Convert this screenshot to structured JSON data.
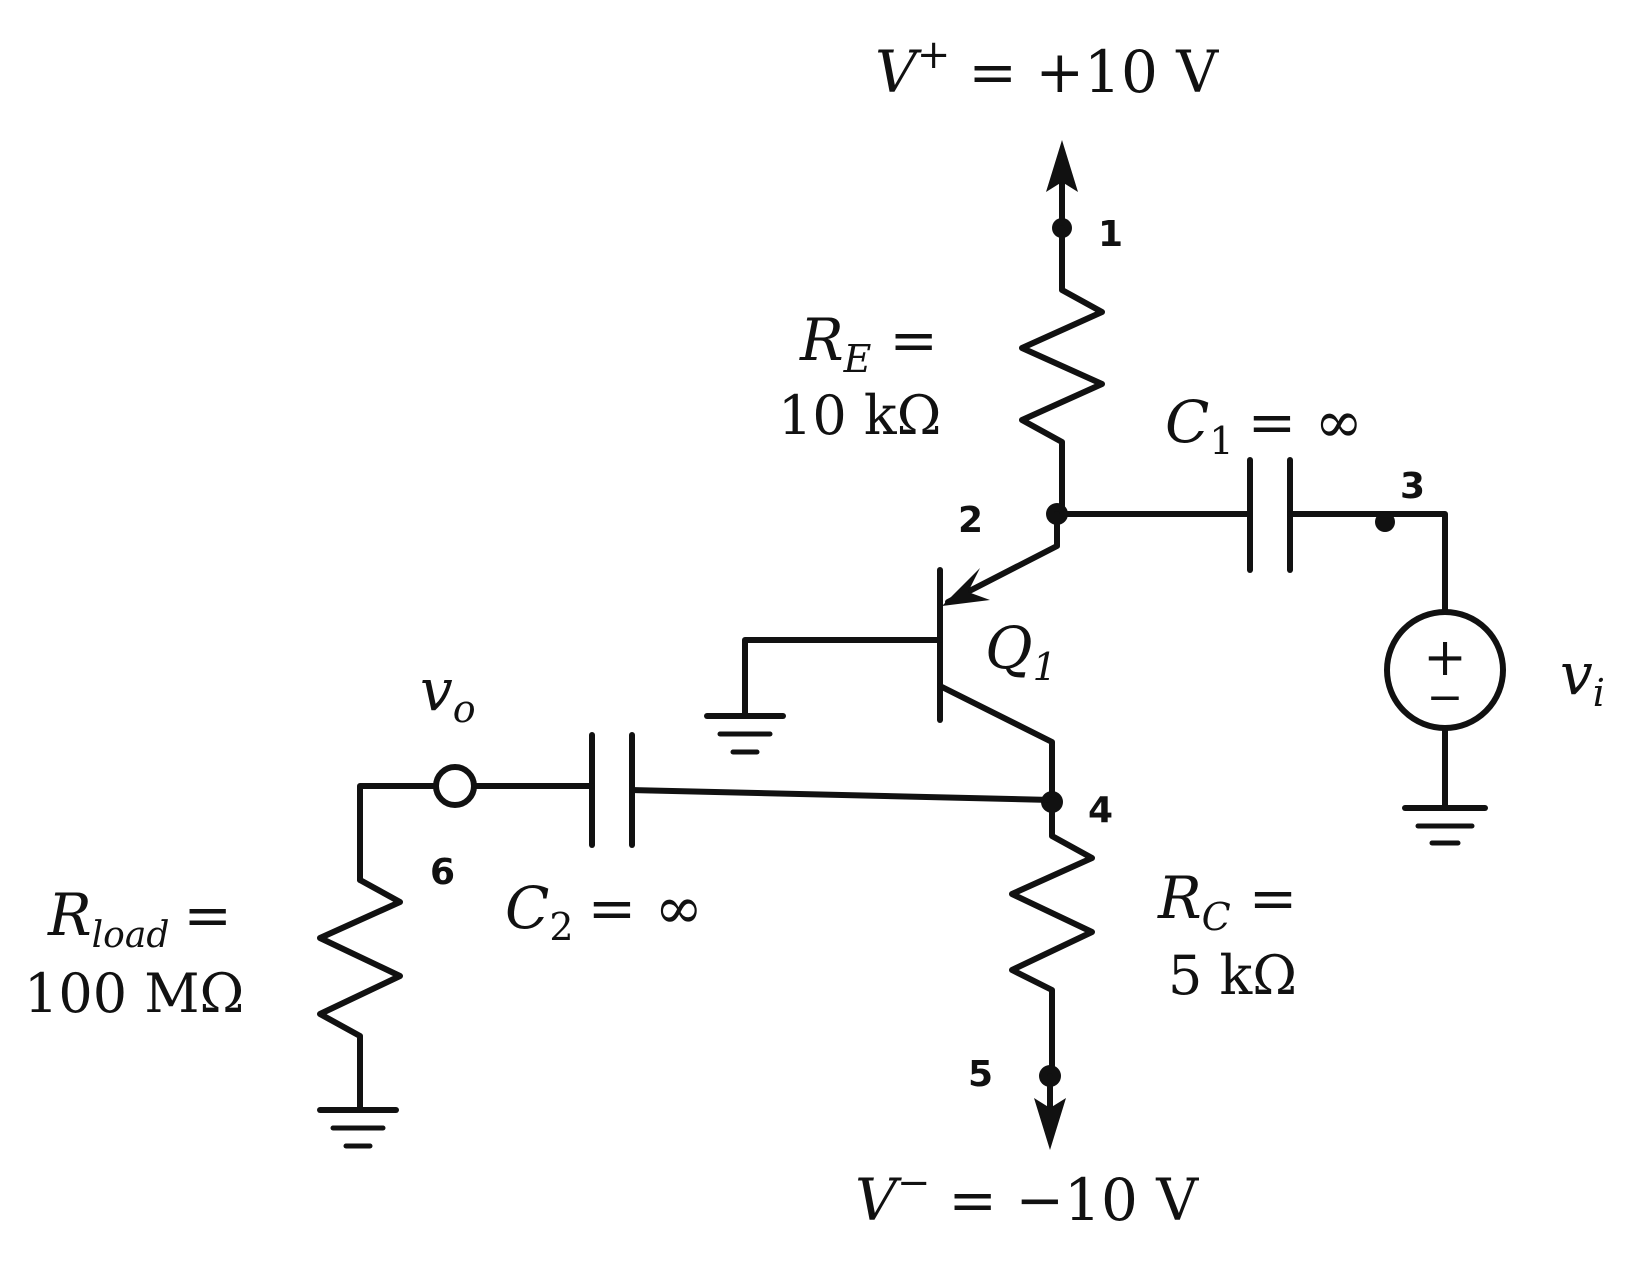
{
  "supply": {
    "vplus": {
      "sym": "V",
      "sup": "+",
      "value": "= +10 V"
    },
    "vminus": {
      "sym": "V",
      "sup": "−",
      "value": "= −10 V"
    }
  },
  "nodes": [
    "1",
    "2",
    "3",
    "4",
    "5",
    "6"
  ],
  "components": {
    "re": {
      "sym": "R",
      "sub": "E",
      "eq": "=",
      "value": "10 kΩ"
    },
    "rc": {
      "sym": "R",
      "sub": "C",
      "eq": "=",
      "value": "5 kΩ"
    },
    "rload": {
      "sym": "R",
      "sub": "load",
      "eq": "=",
      "value": "100 MΩ"
    },
    "c1": {
      "sym": "C",
      "sub": "1",
      "value": "= ∞"
    },
    "c2": {
      "sym": "C",
      "sub": "2",
      "value": "= ∞"
    },
    "q1": {
      "sym": "Q",
      "sub": "1"
    },
    "vi": {
      "sym": "v",
      "sub": "i"
    },
    "vo": {
      "sym": "v",
      "sub": "o"
    },
    "source_signs": {
      "plus": "+",
      "minus": "−"
    }
  }
}
